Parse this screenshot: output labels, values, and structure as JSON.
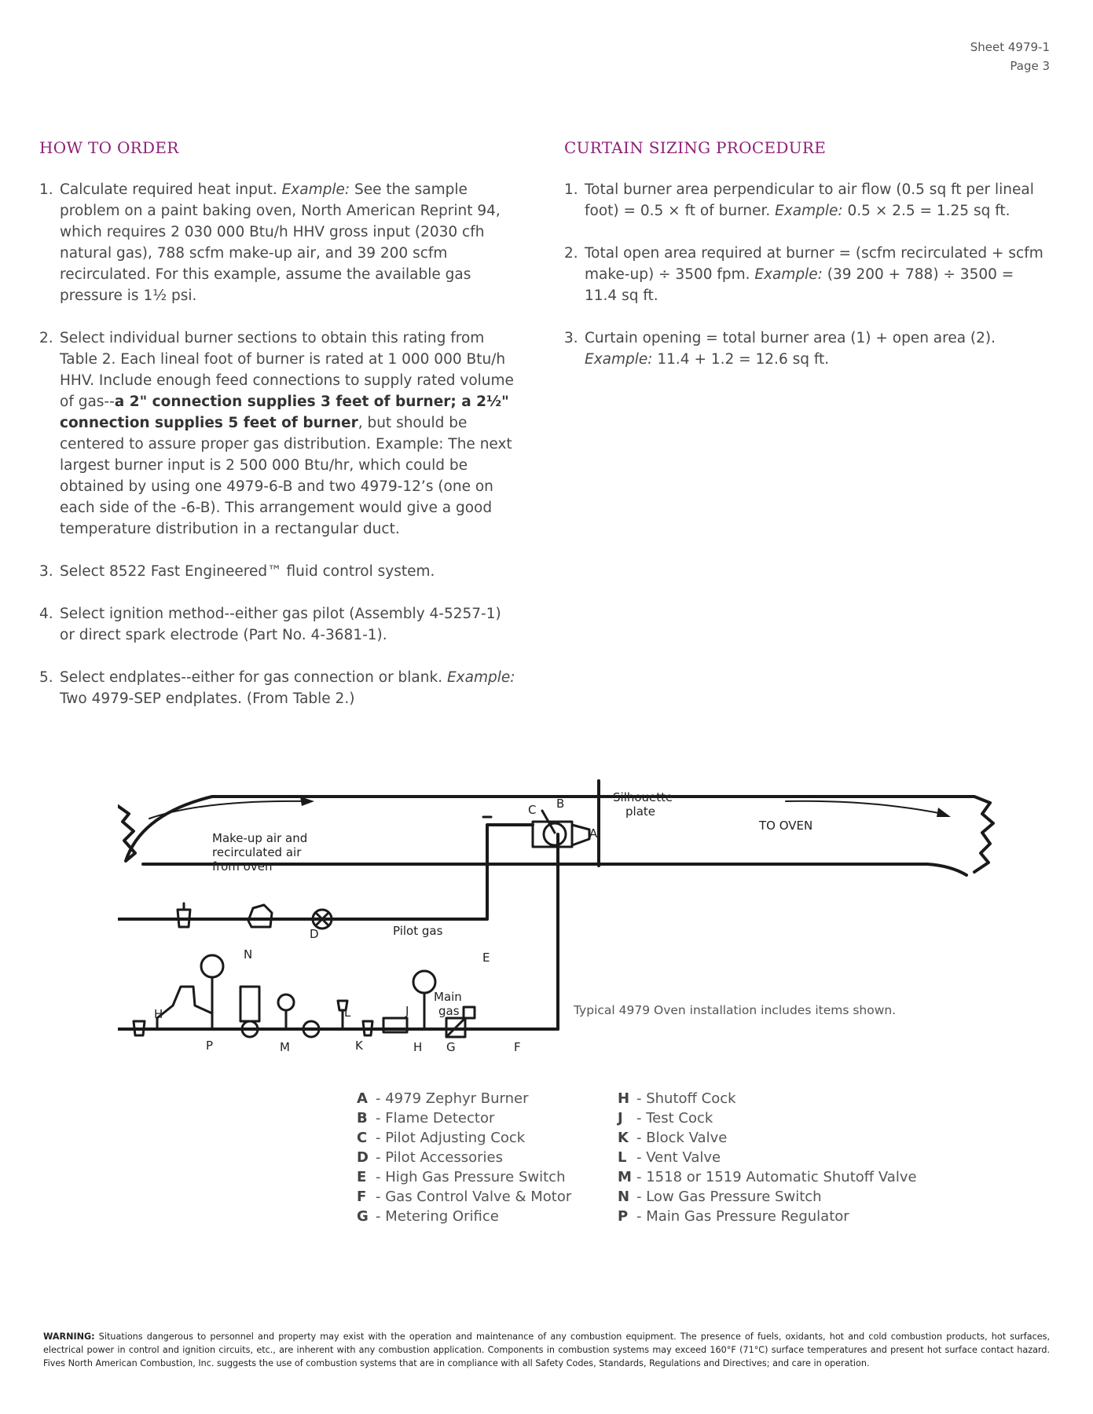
{
  "header": {
    "sheet": "Sheet 4979-1",
    "page": "Page 3"
  },
  "colors": {
    "heading": "#8e1f77",
    "text": "#484848",
    "line": "#1a1a1a"
  },
  "how_to_order": {
    "title": "HOW TO ORDER",
    "items": [
      {
        "num": "1.",
        "a": "Calculate required heat input. ",
        "a_em": "Example:",
        "b": " See the sample problem on a paint baking oven, North American Reprint 94, which requires 2 030 000 Btu/h HHV gross input (2030 cfh natural gas), 788 scfm make-up air, and 39 200 scfm recirculated. For this example, assume the available gas pressure is 1½ psi."
      },
      {
        "num": "2.",
        "a": "Select individual burner sections to obtain this rating from Table 2. Each lineal foot of burner is rated at 1 000 000 Btu/h HHV. Include enough feed connections to supply rated volume of gas--",
        "bold": "a 2\" connection supplies 3 feet of burner; a 2½\" connection supplies 5 feet of burner",
        "b": ", but should be centered to assure proper gas distribution. Example: The next largest burner input is 2 500 000 Btu/hr, which could be obtained by using one 4979-6-B and two 4979-12’s (one on each side of the -6-B). This arrangement would give a good temperature distribution in a rectangular duct."
      },
      {
        "num": "3.",
        "text": "Select 8522 Fast Engineered™ fluid control system."
      },
      {
        "num": "4.",
        "text": "Select ignition method--either gas pilot (Assembly 4-5257-1) or direct spark electrode (Part No. 4-3681-1)."
      },
      {
        "num": "5.",
        "a": "Select endplates--either for gas connection or blank. ",
        "a_em": "Example:",
        "b": " Two 4979-SEP endplates. (From Table 2.)"
      }
    ]
  },
  "curtain_sizing": {
    "title": "CURTAIN SIZING PROCEDURE",
    "items": [
      {
        "num": "1.",
        "a": "Total burner area perpendicular to air flow (0.5 sq ft per lineal foot) = 0.5 × ft of burner. ",
        "a_em": "Example:",
        "b": " 0.5 × 2.5 = 1.25 sq ft."
      },
      {
        "num": "2.",
        "a": "Total open area required at burner = (scfm recirculated + scfm make-up) ÷ 3500 fpm. ",
        "a_em": "Example:",
        "b": " (39 200 + 788) ÷ 3500 = 11.4 sq ft."
      },
      {
        "num": "3.",
        "a": "Curtain opening = total burner area (1) + open area (2). ",
        "a_em": "Example:",
        "b": " 11.4 + 1.2 = 12.6 sq ft."
      }
    ]
  },
  "diagram": {
    "makeup": [
      "Make-up air and",
      "recirculated air",
      "from oven"
    ],
    "silhouette": [
      "Silhouette",
      "plate"
    ],
    "to_oven": "TO OVEN",
    "pilot_gas": "Pilot gas",
    "main_gas": [
      "Main",
      "gas"
    ],
    "letters": {
      "A": "A",
      "B": "B",
      "C": "C",
      "D": "D",
      "E": "E",
      "F": "F",
      "G": "G",
      "H1": "H",
      "H2": "H",
      "J": "J",
      "K": "K",
      "L": "L",
      "M": "M",
      "N": "N",
      "P": "P"
    }
  },
  "caption": "Typical 4979 Oven installation includes items shown.",
  "legend_left": [
    {
      "letter": "A",
      "label": "4979 Zephyr Burner"
    },
    {
      "letter": "B",
      "label": "Flame Detector"
    },
    {
      "letter": "C",
      "label": "Pilot Adjusting Cock"
    },
    {
      "letter": "D",
      "label": "Pilot Accessories"
    },
    {
      "letter": "E",
      "label": "High Gas Pressure Switch"
    },
    {
      "letter": "F",
      "label": "Gas Control Valve & Motor"
    },
    {
      "letter": "G",
      "label": "Metering Orifice"
    }
  ],
  "legend_right": [
    {
      "letter": "H",
      "label": "Shutoff Cock"
    },
    {
      "letter": "J",
      "label": "Test Cock"
    },
    {
      "letter": "K",
      "label": "Block Valve"
    },
    {
      "letter": "L",
      "label": "Vent Valve"
    },
    {
      "letter": "M",
      "label": "1518 or 1519 Automatic Shutoff Valve"
    },
    {
      "letter": "N",
      "label": "Low Gas Pressure Switch"
    },
    {
      "letter": "P",
      "label": "Main Gas Pressure Regulator"
    }
  ],
  "warning": {
    "label": "WARNING:",
    "text": " Situations dangerous to personnel and property may exist with the operation and maintenance of any combustion equipment. The presence of fuels, oxidants, hot and cold combustion products, hot surfaces, electrical power in control and ignition circuits, etc., are inherent with any combustion application. Components in combustion systems may exceed 160°F (71°C) surface temperatures and present hot surface contact hazard. Fives North American Combustion, Inc. suggests the use of combustion systems that are in compliance with all Safety Codes, Standards, Regulations and Directives; and care in operation."
  }
}
